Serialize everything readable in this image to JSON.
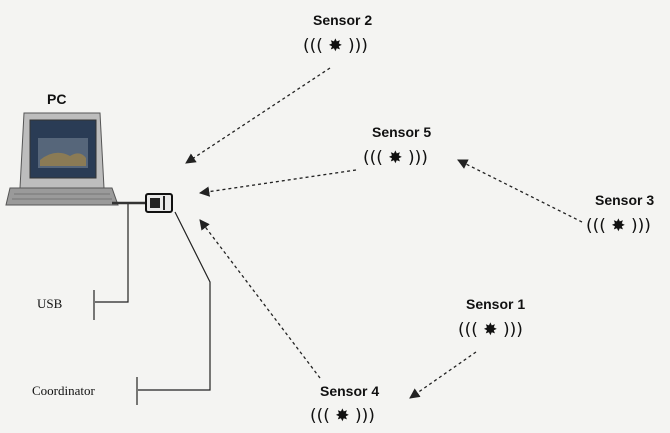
{
  "nodes": {
    "pc": {
      "label": "PC"
    },
    "usb": {
      "label": "USB"
    },
    "coordinator": {
      "label": "Coordinator"
    },
    "sensors": [
      {
        "id": "sensor-2",
        "label": "Sensor 2"
      },
      {
        "id": "sensor-5",
        "label": "Sensor 5"
      },
      {
        "id": "sensor-3",
        "label": "Sensor 3"
      },
      {
        "id": "sensor-1",
        "label": "Sensor 1"
      },
      {
        "id": "sensor-4",
        "label": "Sensor 4"
      }
    ]
  },
  "icons": {
    "sensor": "wireless-sensor-icon",
    "pc": "laptop-icon",
    "coordinator": "coordinator-device-icon"
  },
  "sensor_symbol": "((( ✸ )))",
  "colors": {
    "background": "#f4f4f2",
    "ink": "#111111",
    "laptop_body": "#9a9a9a",
    "laptop_screen": "#2a3c55"
  }
}
